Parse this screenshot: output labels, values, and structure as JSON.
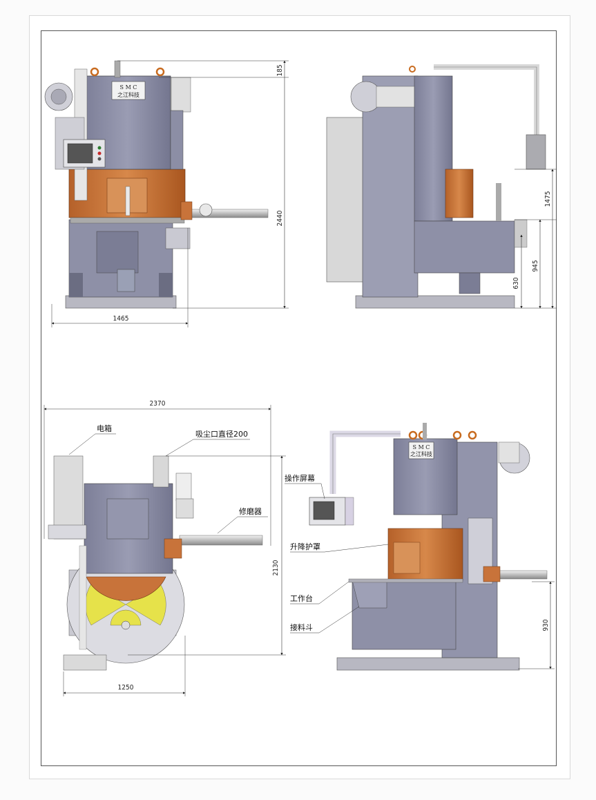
{
  "logo": {
    "letters": "S M C",
    "subtitle": "之江科技"
  },
  "views": {
    "front": {
      "width_dim": "1465",
      "height_dim": "2440",
      "top_dim": "185"
    },
    "side": {
      "dims": [
        "1475",
        "945",
        "630"
      ]
    },
    "top": {
      "width_dim": "2370",
      "height_dim": "2130",
      "bottom_dim": "1250",
      "labels": {
        "electric_box": "电箱",
        "dust_inlet": "吸尘口直径200",
        "dresser": "修磨器"
      }
    },
    "iso": {
      "height_dim": "930",
      "labels": {
        "screen": "操作屏幕",
        "guard": "升降护罩",
        "table": "工作台",
        "hopper": "接料斗"
      }
    }
  },
  "colors": {
    "machine_body": "#8f91a8",
    "guard": "#c8733a",
    "base": "#b8b8c2",
    "panel_gray": "#d8d8d8",
    "yellow": "#e6e24a"
  }
}
